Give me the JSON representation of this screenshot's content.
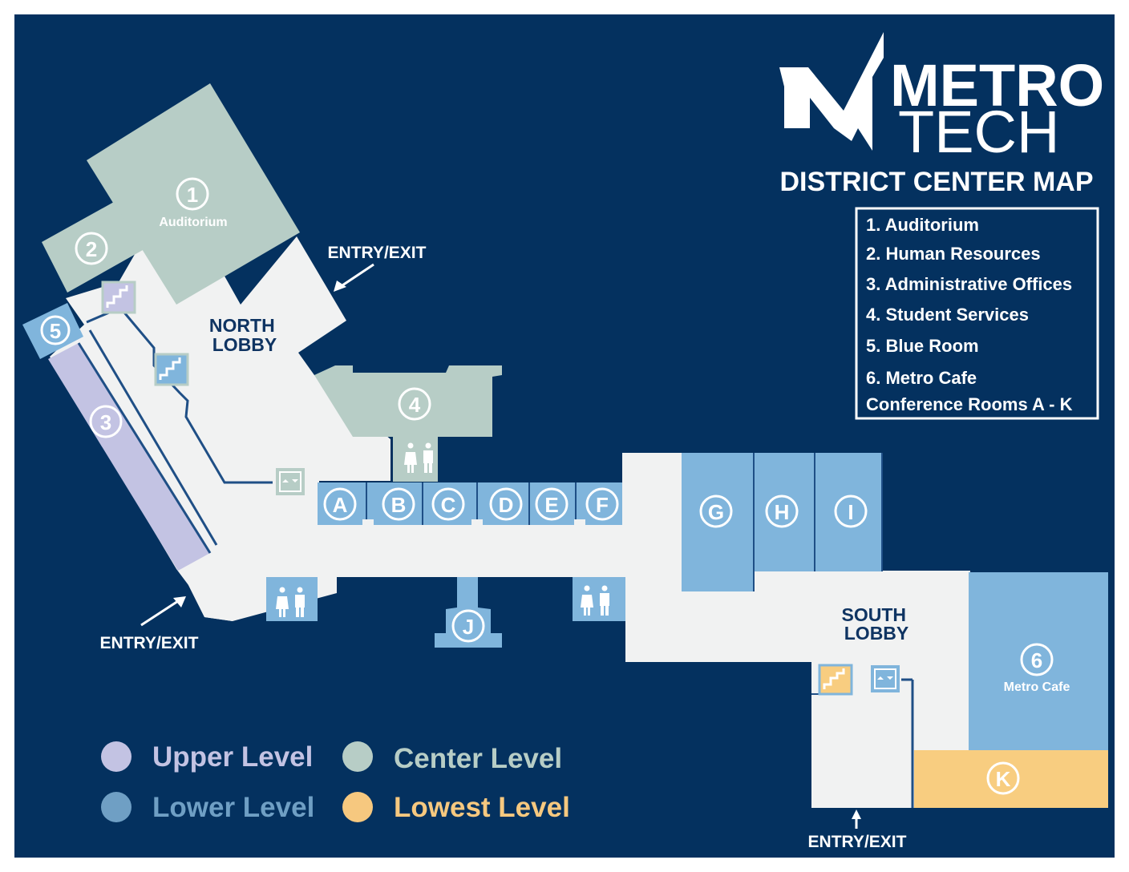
{
  "brand": {
    "line1": "METRO",
    "line2": "TECH"
  },
  "title": "DISTRICT CENTER MAP",
  "legend_list": [
    "1.  Auditorium",
    "2.  Human Resources",
    "3.  Administrative Offices",
    "4.  Student Services",
    "5.  Blue Room",
    "6.  Metro Cafe",
    "Conference Rooms A - K"
  ],
  "lobbies": {
    "north": [
      "NORTH",
      "LOBBY"
    ],
    "south": [
      "SOUTH",
      "LOBBY"
    ]
  },
  "entry_label": "ENTRY/EXIT",
  "rooms": {
    "r1": {
      "number": "1",
      "name": "Auditorium"
    },
    "r2": {
      "number": "2"
    },
    "r3": {
      "number": "3"
    },
    "r4": {
      "number": "4"
    },
    "r5": {
      "number": "5"
    },
    "r6": {
      "number": "6",
      "name": "Metro Cafe"
    },
    "conference": [
      "A",
      "B",
      "C",
      "D",
      "E",
      "F",
      "G",
      "H",
      "I",
      "J",
      "K"
    ]
  },
  "levels": [
    {
      "label": "Upper Level",
      "color": "#c3c3e3"
    },
    {
      "label": "Center Level",
      "color": "#b7cdc6"
    },
    {
      "label": "Lower Level",
      "color": "#6f9fc4"
    },
    {
      "label": "Lowest Level",
      "color": "#f6c87f"
    }
  ],
  "colors": {
    "background": "#04315f",
    "floor": "#f1f2f2",
    "upper": "#c3c3e3",
    "center": "#b7cdc6",
    "lower": "#80b5dc",
    "lowest": "#f8cd80",
    "wall": "#1f4f86"
  },
  "icons": [
    "stairs-icon",
    "elevator-icon",
    "restroom-icon",
    "entry-arrow-icon"
  ]
}
